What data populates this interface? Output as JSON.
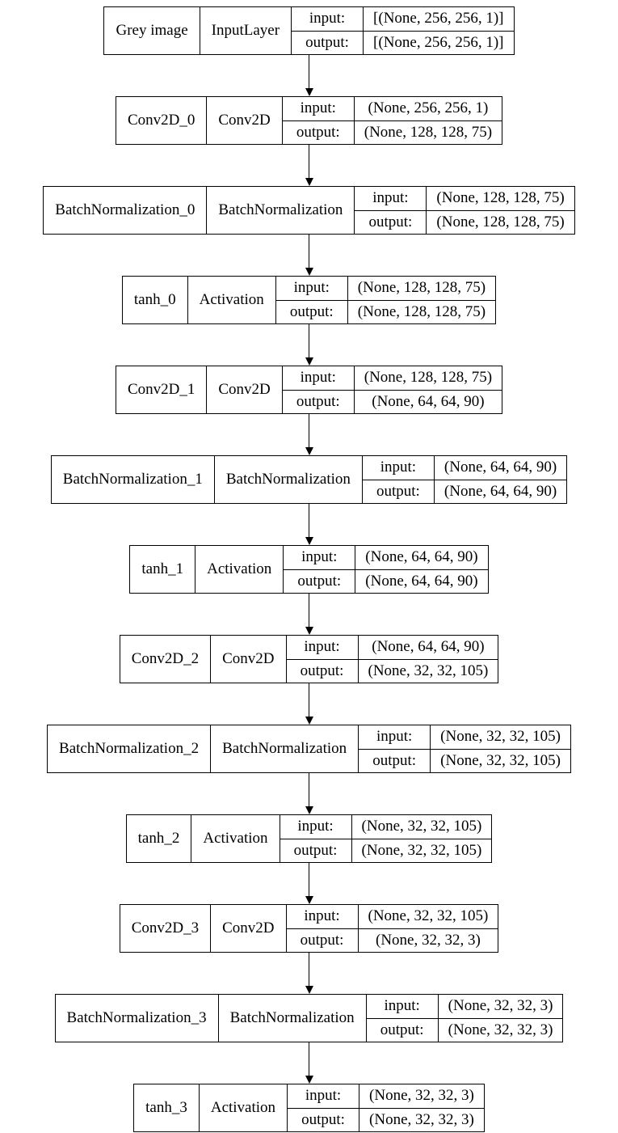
{
  "diagram": {
    "io_labels": {
      "input": "input:",
      "output": "output:"
    },
    "nodes": [
      {
        "name": "Grey image",
        "type": "InputLayer",
        "input": "[(None, 256, 256, 1)]",
        "output": "[(None, 256, 256, 1)]"
      },
      {
        "name": "Conv2D_0",
        "type": "Conv2D",
        "input": "(None, 256, 256, 1)",
        "output": "(None, 128, 128, 75)"
      },
      {
        "name": "BatchNormalization_0",
        "type": "BatchNormalization",
        "input": "(None, 128, 128, 75)",
        "output": "(None, 128, 128, 75)"
      },
      {
        "name": "tanh_0",
        "type": "Activation",
        "input": "(None, 128, 128, 75)",
        "output": "(None, 128, 128, 75)"
      },
      {
        "name": "Conv2D_1",
        "type": "Conv2D",
        "input": "(None, 128, 128, 75)",
        "output": "(None, 64, 64, 90)"
      },
      {
        "name": "BatchNormalization_1",
        "type": "BatchNormalization",
        "input": "(None, 64, 64, 90)",
        "output": "(None, 64, 64, 90)"
      },
      {
        "name": "tanh_1",
        "type": "Activation",
        "input": "(None, 64, 64, 90)",
        "output": "(None, 64, 64, 90)"
      },
      {
        "name": "Conv2D_2",
        "type": "Conv2D",
        "input": "(None, 64, 64, 90)",
        "output": "(None, 32, 32, 105)"
      },
      {
        "name": "BatchNormalization_2",
        "type": "BatchNormalization",
        "input": "(None, 32, 32, 105)",
        "output": "(None, 32, 32, 105)"
      },
      {
        "name": "tanh_2",
        "type": "Activation",
        "input": "(None, 32, 32, 105)",
        "output": "(None, 32, 32, 105)"
      },
      {
        "name": "Conv2D_3",
        "type": "Conv2D",
        "input": "(None, 32, 32, 105)",
        "output": "(None, 32, 32, 3)"
      },
      {
        "name": "BatchNormalization_3",
        "type": "BatchNormalization",
        "input": "(None, 32, 32, 3)",
        "output": "(None, 32, 32, 3)"
      },
      {
        "name": "tanh_3",
        "type": "Activation",
        "input": "(None, 32, 32, 3)",
        "output": "(None, 32, 32, 3)"
      }
    ]
  }
}
